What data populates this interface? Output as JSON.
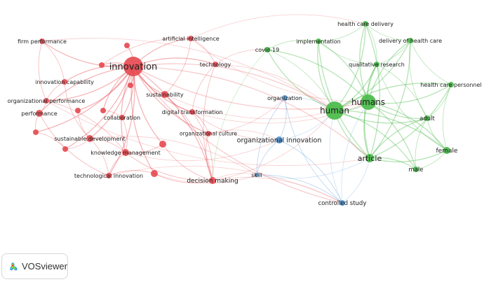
{
  "colors": {
    "cluster1": "#e5484f",
    "cluster2": "#46b946",
    "cluster3": "#4b92d3"
  },
  "nodes": [
    {
      "label": "firm performance",
      "cluster": 1
    },
    {
      "label": "",
      "cluster": 1
    },
    {
      "label": "artificial intelligence",
      "cluster": 1
    },
    {
      "label": "",
      "cluster": 1
    },
    {
      "label": "innovation",
      "cluster": 1
    },
    {
      "label": "technology",
      "cluster": 1
    },
    {
      "label": "innovation capability",
      "cluster": 1
    },
    {
      "label": "",
      "cluster": 1
    },
    {
      "label": "sustainability",
      "cluster": 1
    },
    {
      "label": "organizational performance",
      "cluster": 1
    },
    {
      "label": "performance",
      "cluster": 1
    },
    {
      "label": "",
      "cluster": 1
    },
    {
      "label": "",
      "cluster": 1
    },
    {
      "label": "collaboration",
      "cluster": 1
    },
    {
      "label": "digital transformation",
      "cluster": 1
    },
    {
      "label": "",
      "cluster": 1
    },
    {
      "label": "organizational culture",
      "cluster": 1
    },
    {
      "label": "sustainable development",
      "cluster": 1
    },
    {
      "label": "",
      "cluster": 1
    },
    {
      "label": "",
      "cluster": 1
    },
    {
      "label": "knowledge management",
      "cluster": 1
    },
    {
      "label": "technological innovation",
      "cluster": 1
    },
    {
      "label": "",
      "cluster": 1
    },
    {
      "label": "decision making",
      "cluster": 1
    },
    {
      "label": "health care delivery",
      "cluster": 2
    },
    {
      "label": "implementation",
      "cluster": 2
    },
    {
      "label": "delivery of health care",
      "cluster": 2
    },
    {
      "label": "covid-19",
      "cluster": 2
    },
    {
      "label": "qualitative research",
      "cluster": 2
    },
    {
      "label": "health care personnel",
      "cluster": 2
    },
    {
      "label": "organization",
      "cluster": 3
    },
    {
      "label": "humans",
      "cluster": 2
    },
    {
      "label": "human",
      "cluster": 2
    },
    {
      "label": "adult",
      "cluster": 2
    },
    {
      "label": "organizational innovation",
      "cluster": 3
    },
    {
      "label": "female",
      "cluster": 2
    },
    {
      "label": "article",
      "cluster": 2
    },
    {
      "label": "male",
      "cluster": 2
    },
    {
      "label": "skill",
      "cluster": 3
    },
    {
      "label": "controlled study",
      "cluster": 3
    }
  ],
  "edges": [
    [
      4,
      0
    ],
    [
      4,
      1
    ],
    [
      4,
      2
    ],
    [
      4,
      3
    ],
    [
      4,
      5
    ],
    [
      4,
      6
    ],
    [
      4,
      7
    ],
    [
      4,
      8
    ],
    [
      4,
      9
    ],
    [
      4,
      10
    ],
    [
      4,
      11
    ],
    [
      4,
      12
    ],
    [
      4,
      13
    ],
    [
      4,
      14
    ],
    [
      4,
      15
    ],
    [
      4,
      16
    ],
    [
      4,
      17
    ],
    [
      4,
      18
    ],
    [
      4,
      19
    ],
    [
      4,
      20
    ],
    [
      4,
      21
    ],
    [
      4,
      22
    ],
    [
      4,
      23
    ],
    [
      0,
      9
    ],
    [
      0,
      6
    ],
    [
      6,
      9
    ],
    [
      9,
      10
    ],
    [
      10,
      15
    ],
    [
      15,
      19
    ],
    [
      19,
      17
    ],
    [
      17,
      20
    ],
    [
      20,
      21
    ],
    [
      21,
      22
    ],
    [
      22,
      23
    ],
    [
      23,
      16
    ],
    [
      16,
      14
    ],
    [
      14,
      8
    ],
    [
      8,
      2
    ],
    [
      2,
      5
    ],
    [
      5,
      14
    ],
    [
      13,
      20
    ],
    [
      11,
      17
    ],
    [
      12,
      13
    ],
    [
      6,
      17
    ],
    [
      9,
      20
    ],
    [
      10,
      21
    ],
    [
      8,
      23
    ],
    [
      18,
      23
    ],
    [
      18,
      20
    ],
    [
      2,
      3
    ],
    [
      14,
      23
    ],
    [
      20,
      23
    ],
    [
      17,
      21
    ],
    [
      5,
      23
    ],
    [
      31,
      24
    ],
    [
      31,
      25
    ],
    [
      31,
      26
    ],
    [
      31,
      27
    ],
    [
      31,
      28
    ],
    [
      31,
      29
    ],
    [
      31,
      32
    ],
    [
      31,
      33
    ],
    [
      31,
      35
    ],
    [
      31,
      36
    ],
    [
      31,
      37
    ],
    [
      32,
      24
    ],
    [
      32,
      25
    ],
    [
      32,
      26
    ],
    [
      32,
      27
    ],
    [
      32,
      28
    ],
    [
      32,
      29
    ],
    [
      32,
      33
    ],
    [
      32,
      35
    ],
    [
      32,
      36
    ],
    [
      32,
      37
    ],
    [
      36,
      24
    ],
    [
      36,
      25
    ],
    [
      36,
      26
    ],
    [
      36,
      28
    ],
    [
      36,
      29
    ],
    [
      36,
      33
    ],
    [
      36,
      35
    ],
    [
      36,
      37
    ],
    [
      24,
      26
    ],
    [
      24,
      28
    ],
    [
      25,
      28
    ],
    [
      26,
      28
    ],
    [
      26,
      29
    ],
    [
      29,
      33
    ],
    [
      33,
      35
    ],
    [
      35,
      37
    ],
    [
      33,
      37
    ],
    [
      27,
      25
    ],
    [
      29,
      35
    ],
    [
      24,
      25
    ],
    [
      26,
      33
    ],
    [
      28,
      33
    ],
    [
      28,
      35
    ],
    [
      30,
      34
    ],
    [
      34,
      38
    ],
    [
      38,
      39
    ],
    [
      30,
      39
    ],
    [
      34,
      39
    ],
    [
      30,
      38
    ],
    [
      39,
      32
    ],
    [
      39,
      36
    ],
    [
      39,
      31
    ],
    [
      34,
      32
    ],
    [
      30,
      32
    ],
    [
      38,
      36
    ],
    [
      4,
      32
    ],
    [
      4,
      31
    ],
    [
      4,
      36
    ],
    [
      23,
      32
    ],
    [
      23,
      39
    ],
    [
      16,
      30
    ],
    [
      16,
      34
    ],
    [
      14,
      31
    ],
    [
      5,
      27
    ],
    [
      2,
      31
    ],
    [
      2,
      24
    ],
    [
      20,
      34
    ],
    [
      21,
      39
    ],
    [
      8,
      32
    ],
    [
      17,
      38
    ],
    [
      22,
      38
    ],
    [
      23,
      38
    ],
    [
      14,
      34
    ],
    [
      5,
      32
    ],
    [
      4,
      39
    ],
    [
      0,
      32
    ],
    [
      9,
      36
    ],
    [
      27,
      32
    ],
    [
      27,
      23
    ]
  ],
  "logo": {
    "text": "VOSviewer"
  }
}
